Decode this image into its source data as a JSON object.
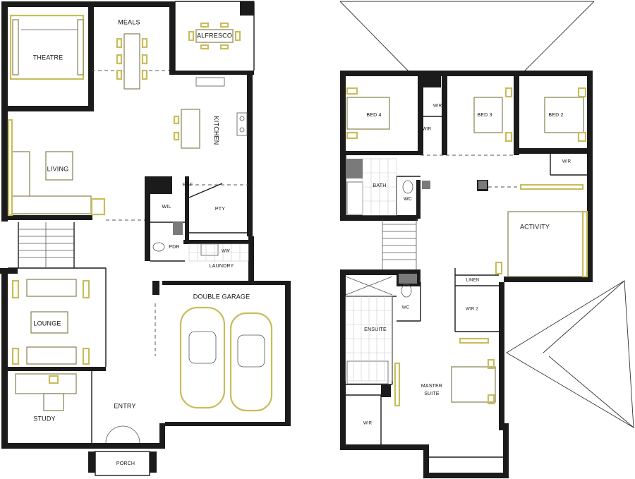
{
  "ground_floor": {
    "rooms": {
      "theatre": "THEATRE",
      "meals": "MEALS",
      "alfresco": "ALFRESCO",
      "kitchen": "KITCHEN",
      "living": "LIVING",
      "ref": "REF",
      "wil": "WIL",
      "pty": "PTY",
      "pwdr": "PDR",
      "ww": "WW",
      "laundry": "LAUNDRY",
      "double_garage": "DOUBLE GARAGE",
      "lounge": "LOUNGE",
      "entry": "ENTRY",
      "study": "STUDY",
      "porch": "PORCH"
    }
  },
  "first_floor": {
    "rooms": {
      "bed4": "BED 4",
      "bed3": "BED 3",
      "bed2": "BED 2",
      "wir_a": "WIR",
      "wir_b": "WIR",
      "wir_c": "WIR",
      "bath": "BATH",
      "wc_upper": "WC",
      "activity": "ACTIVITY",
      "linen": "LINEN",
      "wir2": "WIR 2",
      "wc_ensuite": "WC",
      "ensuite": "ENSUITE",
      "master_suite_line1": "MASTER",
      "master_suite_line2": "SUITE",
      "wir_master": "WIR"
    }
  },
  "colors": {
    "wall": "#1b1b1b",
    "furniture_outline": "#8e8a5e",
    "furniture_accent": "#c8bd5a",
    "fixture_grey": "#7a7a7a"
  }
}
